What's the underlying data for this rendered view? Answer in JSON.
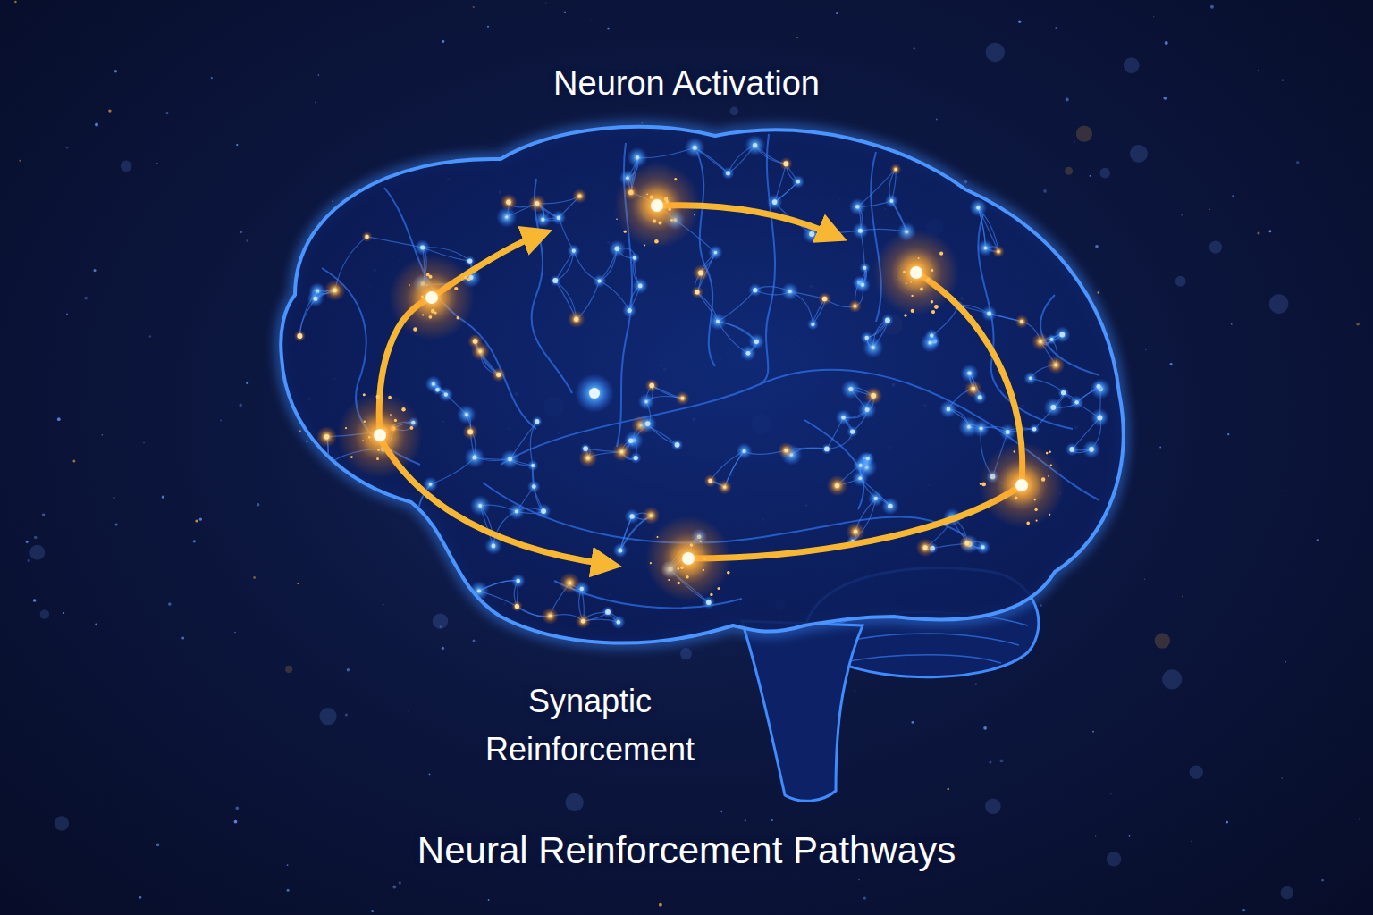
{
  "diagram": {
    "title": "Neural Reinforcement Pathways",
    "labels": [
      "Neuron Activation",
      "Synaptic Reinforcement"
    ]
  }
}
